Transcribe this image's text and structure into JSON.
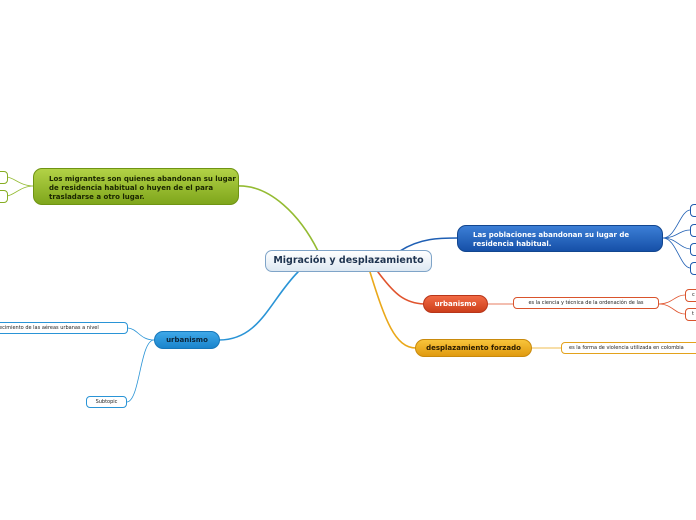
{
  "diagram": {
    "central": "Migración y desplazamiento",
    "nodes": {
      "migrantes": "Los migrantes son quienes abandonan su lugar de residencia habitual o huyen de el para trasladarse a otro lugar.",
      "poblaciones": "Las poblaciones abandonan su lugar de residencia habitual.",
      "urbanismo_right": "urbanismo",
      "desplazamiento": "desplazamiento forzado",
      "urbanismo_left": "urbanismo"
    },
    "subtopics": {
      "urbanismo_def": "es la ciencia y técnica de la ordenación de las",
      "desplazamiento_def": "es la forma de violencia utilizada en colombia",
      "crecimiento": "ecimiento de las aéreas urbanas a nivel",
      "subtopic": "Subtopic",
      "mini_red_1": "c",
      "mini_red_2": "t"
    }
  },
  "colors": {
    "green": "#8fb82a",
    "blue_dark": "#1f5fb4",
    "red": "#e0542e",
    "orange": "#eaa81a",
    "blue_light": "#2a94d6"
  }
}
